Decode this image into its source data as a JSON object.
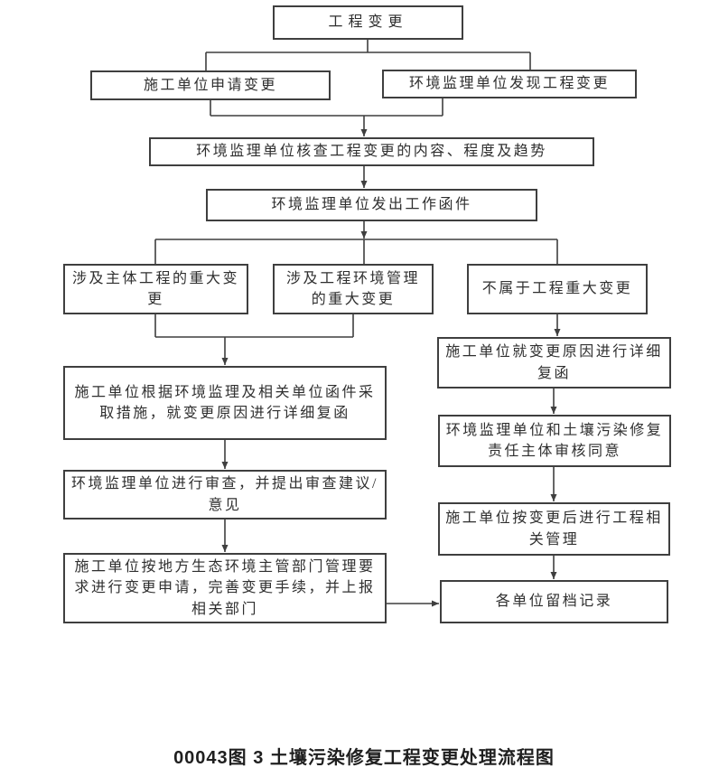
{
  "diagram": {
    "title": "土壤污染修复工程变更处理流程图",
    "caption": "00043图 3 土壤污染修复工程变更处理流程图",
    "colors": {
      "line": "#3f3f3f",
      "box_border": "#3f3f3f",
      "box_fill": "#ffffff",
      "text": "#2f2f2f",
      "caption_text": "#1f1f1f",
      "background": "#ffffff"
    },
    "nodes": {
      "start": {
        "label": "工程变更"
      },
      "apply": {
        "label": "施工单位申请变更"
      },
      "discover": {
        "label": "环境监理单位发现工程变更"
      },
      "verify": {
        "label": "环境监理单位核查工程变更的内容、程度及趋势"
      },
      "issue_letter": {
        "label": "环境监理单位发出工作函件"
      },
      "major_main": {
        "label": "涉及主体工程的重大变更"
      },
      "major_env": {
        "label": "涉及工程环境管理的重大变更"
      },
      "not_major": {
        "label": "不属于工程重大变更"
      },
      "reply_measures": {
        "label": "施工单位根据环境监理及相关单位函件采取措施，就变更原因进行详细复函"
      },
      "review": {
        "label": "环境监理单位进行审查，并提出审查建议/意见"
      },
      "report": {
        "label": "施工单位按地方生态环境主管部门管理要求进行变更申请，完善变更手续，并上报相关部门"
      },
      "detailed_reply": {
        "label": "施工单位就变更原因进行详细复函"
      },
      "approve": {
        "label": "环境监理单位和土壤污染修复责任主体审核同意"
      },
      "post_mgmt": {
        "label": "施工单位按变更后进行工程相关管理"
      },
      "archive": {
        "label": "各单位留档记录"
      }
    },
    "edges": [
      {
        "from": "start",
        "to": "apply"
      },
      {
        "from": "start",
        "to": "discover"
      },
      {
        "from": "apply",
        "to": "verify"
      },
      {
        "from": "discover",
        "to": "verify"
      },
      {
        "from": "verify",
        "to": "issue_letter"
      },
      {
        "from": "issue_letter",
        "to": "major_main"
      },
      {
        "from": "issue_letter",
        "to": "major_env"
      },
      {
        "from": "issue_letter",
        "to": "not_major"
      },
      {
        "from": "major_main",
        "to": "reply_measures"
      },
      {
        "from": "major_env",
        "to": "reply_measures"
      },
      {
        "from": "reply_measures",
        "to": "review"
      },
      {
        "from": "review",
        "to": "report"
      },
      {
        "from": "report",
        "to": "archive"
      },
      {
        "from": "not_major",
        "to": "detailed_reply"
      },
      {
        "from": "detailed_reply",
        "to": "approve"
      },
      {
        "from": "approve",
        "to": "post_mgmt"
      },
      {
        "from": "post_mgmt",
        "to": "archive"
      }
    ]
  }
}
